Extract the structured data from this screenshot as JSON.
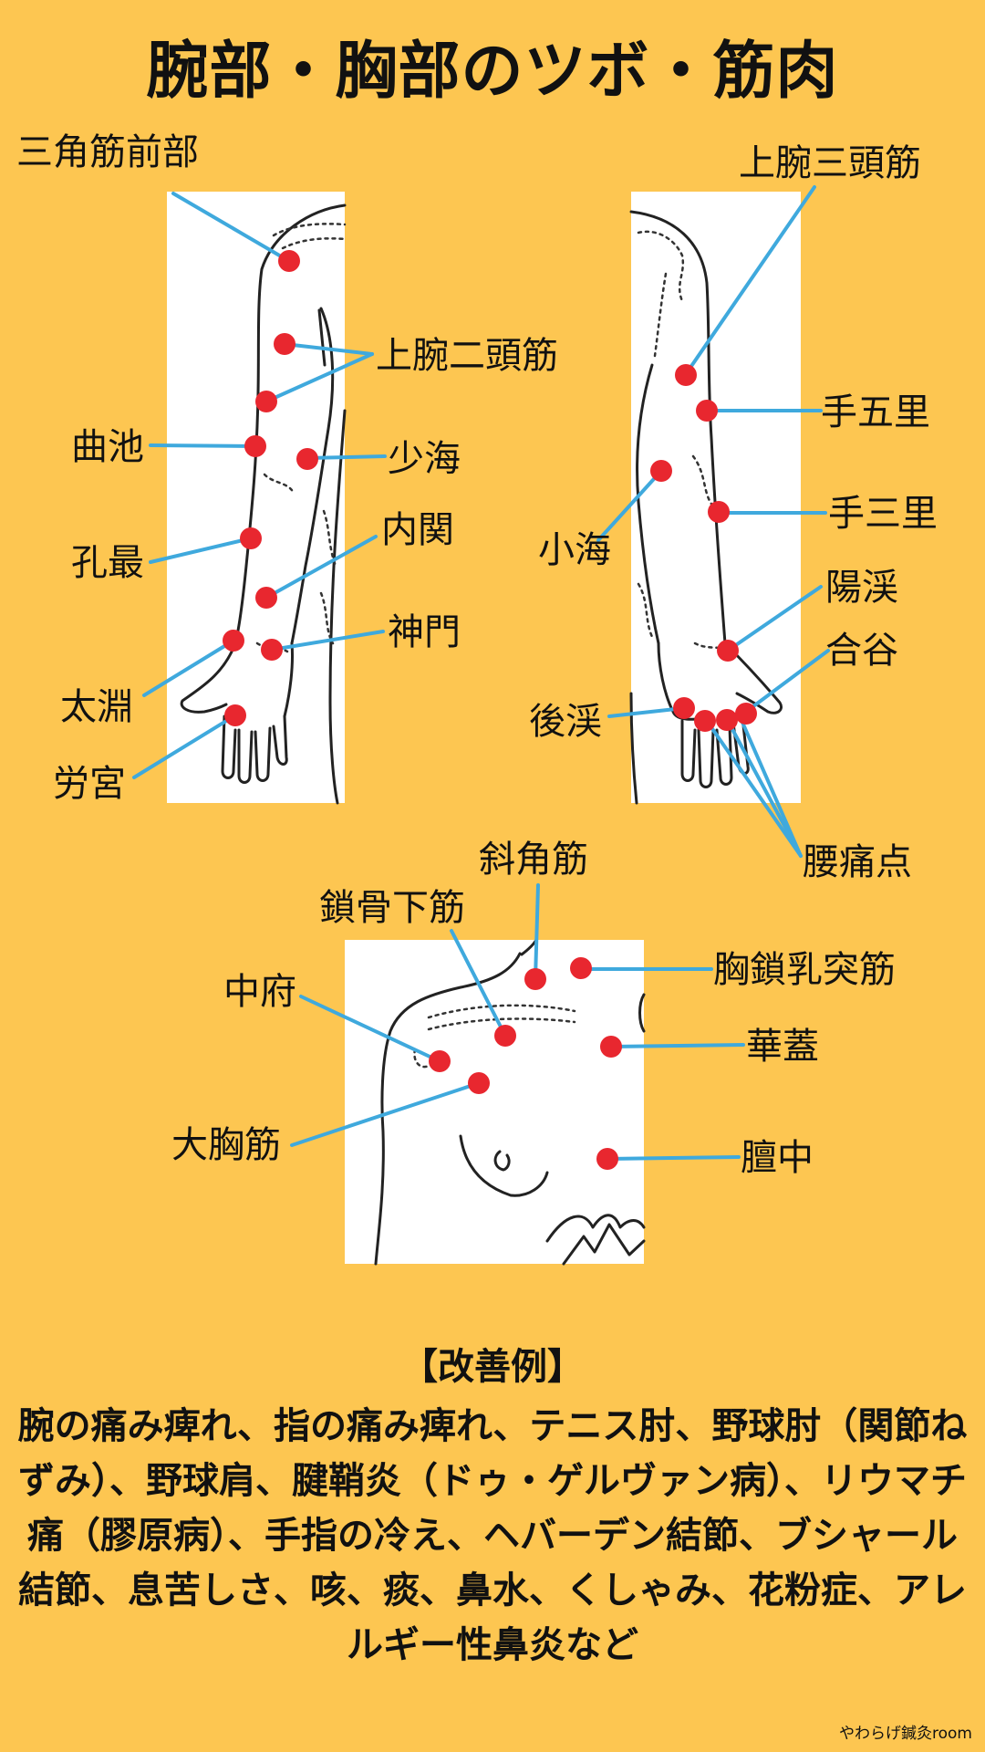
{
  "title": "腕部・胸部のツボ・筋肉",
  "labels": {
    "sankaku_zenbu": "三角筋前部",
    "jowan_nitokin": "上腕二頭筋",
    "kyokuchi": "曲池",
    "shokai": "少海",
    "naikan": "内関",
    "kousai": "孔最",
    "shinmon": "神門",
    "taien": "太淵",
    "rokyu": "労宮",
    "jowan_santokin": "上腕三頭筋",
    "te_gori": "手五里",
    "te_sanri": "手三里",
    "shokai_small": "小海",
    "yokei": "陽渓",
    "goukoku": "合谷",
    "koukei": "後渓",
    "yotsuten": "腰痛点",
    "shakakukin": "斜角筋",
    "sakotsukakin": "鎖骨下筋",
    "chufu": "中府",
    "kyosa_nyutotsukin": "胸鎖乳突筋",
    "kagai": "華蓋",
    "daikyokin": "大胸筋",
    "danchu": "膻中"
  },
  "examples": {
    "heading": "【改善例】",
    "text": "腕の痛み痺れ、指の痛み痺れ、テニス肘、野球肘（関節ねずみ）、野球肩、腱鞘炎（ドゥ・ゲルヴァン病）、リウマチ痛（膠原病）、手指の冷え、ヘバーデン結節、ブシャール結節、息苦しさ、咳、痰、鼻水、くしゃみ、花粉症、アレルギー性鼻炎など"
  },
  "watermark": "やわらげ鍼灸room",
  "colors": {
    "background": "#FDC651",
    "point": "#E8272F",
    "leader": "#3FA9DD",
    "panel": "#FFFFFF"
  }
}
